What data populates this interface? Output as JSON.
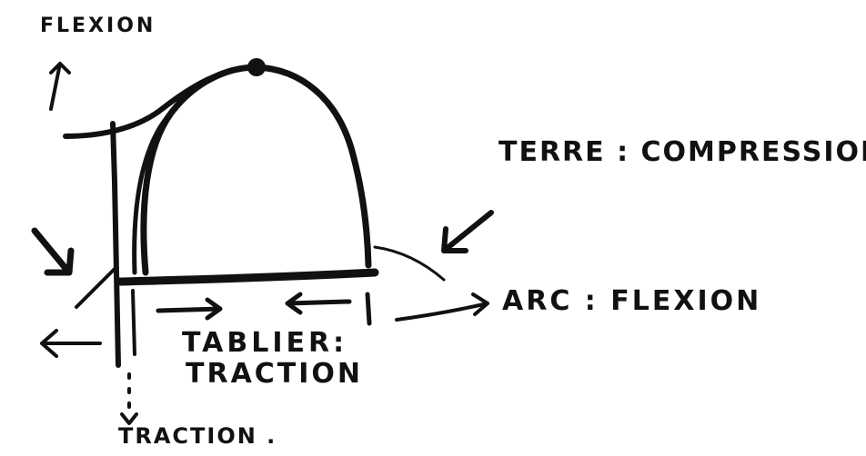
{
  "labels": {
    "flexion_top": "FLEXION",
    "terre": "TERRE : COMPRESSION",
    "arc": "ARC : FLEXION",
    "tablier": "TABLIER:",
    "traction_mid": "TRACTION",
    "traction_bottom": "TRACTION ."
  },
  "colors": {
    "ink": "#111111",
    "paper": "#ffffff"
  }
}
